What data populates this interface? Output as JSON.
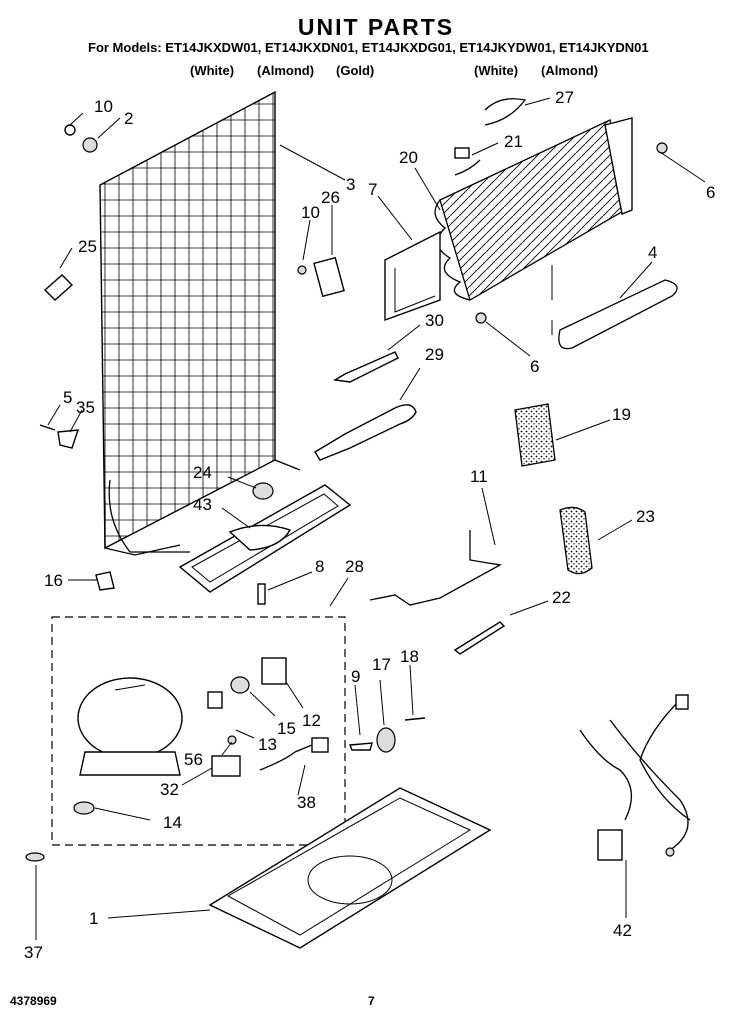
{
  "header": {
    "title": "UNIT PARTS",
    "models": "For Models: ET14JKXDW01, ET14JKXDN01, ET14JKXDG01, ET14JKYDW01, ET14JKYDN01",
    "colors": [
      "(White)",
      "(Almond)",
      "(Gold)",
      "(White)",
      "(Almond)"
    ]
  },
  "callouts": [
    "10",
    "2",
    "3",
    "26",
    "10",
    "25",
    "27",
    "21",
    "20",
    "7",
    "6",
    "4",
    "6",
    "30",
    "29",
    "5",
    "35",
    "19",
    "24",
    "43",
    "11",
    "23",
    "16",
    "8",
    "28",
    "22",
    "9",
    "17",
    "18",
    "15",
    "12",
    "13",
    "56",
    "32",
    "38",
    "14",
    "1",
    "42",
    "37"
  ],
  "footer": {
    "doc_number": "4378969",
    "page_number": "7"
  }
}
